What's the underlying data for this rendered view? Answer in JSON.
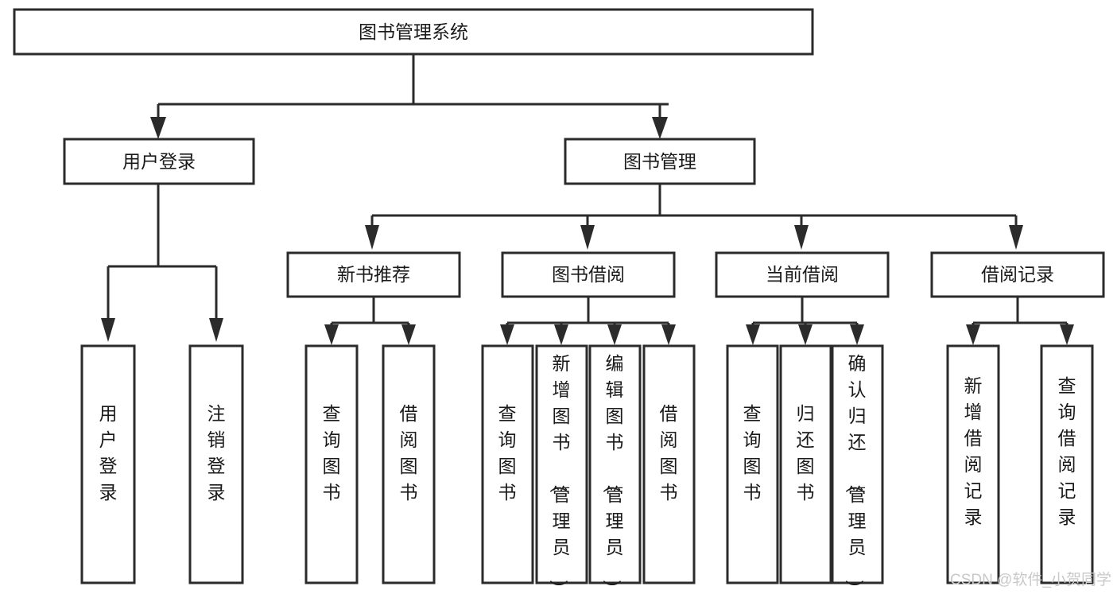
{
  "diagram": {
    "title": "图书管理系统",
    "type": "tree-hierarchy",
    "root": {
      "id": "root",
      "label": "图书管理系统"
    },
    "level2": [
      {
        "id": "user-login",
        "label": "用户登录"
      },
      {
        "id": "book-manage",
        "label": "图书管理"
      }
    ],
    "level3": [
      {
        "id": "new-book-recommend",
        "label": "新书推荐"
      },
      {
        "id": "book-borrow",
        "label": "图书借阅"
      },
      {
        "id": "current-borrow",
        "label": "当前借阅"
      },
      {
        "id": "borrow-record",
        "label": "借阅记录"
      }
    ],
    "leaves": {
      "user_login": [
        {
          "id": "leaf-user-login",
          "label": "用户登录"
        },
        {
          "id": "leaf-user-logout",
          "label": "注销登录"
        }
      ],
      "new_book_recommend": [
        {
          "id": "leaf-query-book-1",
          "label": "查询图书"
        },
        {
          "id": "leaf-borrow-book-1",
          "label": "借阅图书"
        }
      ],
      "book_borrow": [
        {
          "id": "leaf-query-book-2",
          "label": "查询图书"
        },
        {
          "id": "leaf-add-book",
          "label": "新增图书（管理员）"
        },
        {
          "id": "leaf-edit-book",
          "label": "编辑图书（管理员）"
        },
        {
          "id": "leaf-borrow-book-2",
          "label": "借阅图书"
        }
      ],
      "current_borrow": [
        {
          "id": "leaf-query-book-3",
          "label": "查询图书"
        },
        {
          "id": "leaf-return-book",
          "label": "归还图书"
        },
        {
          "id": "leaf-confirm-return",
          "label": "确认归还（管理员）"
        }
      ],
      "borrow_record": [
        {
          "id": "leaf-add-record",
          "label": "新增借阅记录"
        },
        {
          "id": "leaf-query-record",
          "label": "查询借阅记录"
        }
      ]
    }
  },
  "watermark": {
    "text": "CSDN @软件_小贺同学"
  },
  "colors": {
    "stroke": "#2b2b2b",
    "fill": "#ffffff",
    "text": "#1a1a1a",
    "watermark": "#c9c9c9"
  }
}
